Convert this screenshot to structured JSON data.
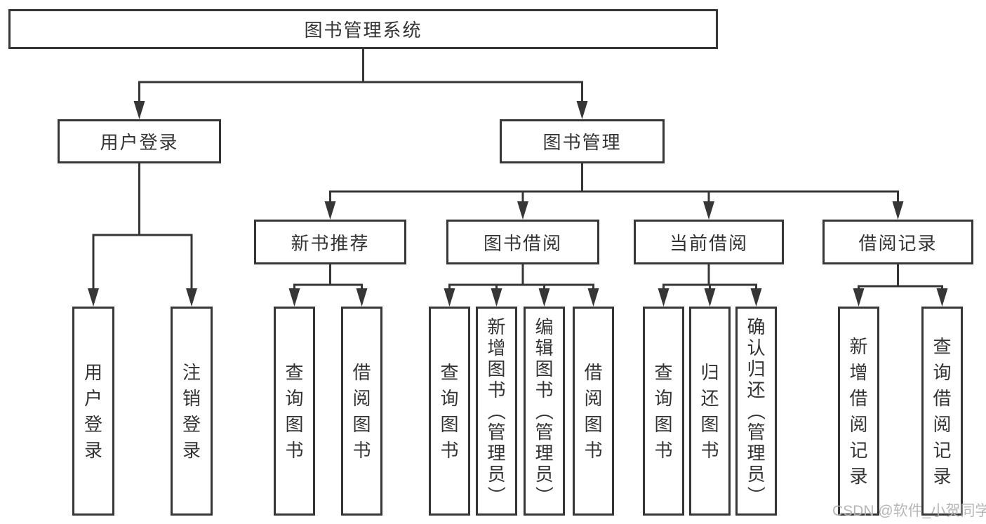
{
  "diagram": {
    "title": "图书管理系统",
    "nodes": [
      {
        "id": "root",
        "label": "图书管理系统",
        "orientation": "horizontal",
        "level": 0
      },
      {
        "id": "user-login",
        "label": "用户登录",
        "orientation": "horizontal",
        "level": 1
      },
      {
        "id": "book-mgmt",
        "label": "图书管理",
        "orientation": "horizontal",
        "level": 1
      },
      {
        "id": "new-books",
        "label": "新书推荐",
        "orientation": "horizontal",
        "level": 2
      },
      {
        "id": "book-borrow",
        "label": "图书借阅",
        "orientation": "horizontal",
        "level": 2
      },
      {
        "id": "current-borrow",
        "label": "当前借阅",
        "orientation": "horizontal",
        "level": 2
      },
      {
        "id": "borrow-records",
        "label": "借阅记录",
        "orientation": "horizontal",
        "level": 2
      },
      {
        "id": "leaf-user-login",
        "label": "用户登录",
        "orientation": "vertical",
        "level": 3
      },
      {
        "id": "leaf-logout",
        "label": "注销登录",
        "orientation": "vertical",
        "level": 3
      },
      {
        "id": "leaf-nb-query",
        "label": "查询图书",
        "orientation": "vertical",
        "level": 3
      },
      {
        "id": "leaf-nb-borrow",
        "label": "借阅图书",
        "orientation": "vertical",
        "level": 3
      },
      {
        "id": "leaf-bb-query",
        "label": "查询图书",
        "orientation": "vertical",
        "level": 3
      },
      {
        "id": "leaf-bb-add",
        "label": "新增图书（管理员）",
        "orientation": "vertical",
        "level": 3
      },
      {
        "id": "leaf-bb-edit",
        "label": "编辑图书（管理员）",
        "orientation": "vertical",
        "level": 3
      },
      {
        "id": "leaf-bb-borrow",
        "label": "借阅图书",
        "orientation": "vertical",
        "level": 3
      },
      {
        "id": "leaf-cb-query",
        "label": "查询图书",
        "orientation": "vertical",
        "level": 3
      },
      {
        "id": "leaf-cb-return",
        "label": "归还图书",
        "orientation": "vertical",
        "level": 3
      },
      {
        "id": "leaf-cb-confirm",
        "label": "确认归还（管理员）",
        "orientation": "vertical",
        "level": 3
      },
      {
        "id": "leaf-br-add",
        "label": "新增借阅记录",
        "orientation": "vertical",
        "level": 3
      },
      {
        "id": "leaf-br-query",
        "label": "查询借阅记录",
        "orientation": "vertical",
        "level": 3
      }
    ],
    "edges": [
      {
        "from": "root",
        "to": "user-login"
      },
      {
        "from": "root",
        "to": "book-mgmt"
      },
      {
        "from": "user-login",
        "to": "leaf-user-login"
      },
      {
        "from": "user-login",
        "to": "leaf-logout"
      },
      {
        "from": "book-mgmt",
        "to": "new-books"
      },
      {
        "from": "book-mgmt",
        "to": "book-borrow"
      },
      {
        "from": "book-mgmt",
        "to": "current-borrow"
      },
      {
        "from": "book-mgmt",
        "to": "borrow-records"
      },
      {
        "from": "new-books",
        "to": "leaf-nb-query"
      },
      {
        "from": "new-books",
        "to": "leaf-nb-borrow"
      },
      {
        "from": "book-borrow",
        "to": "leaf-bb-query"
      },
      {
        "from": "book-borrow",
        "to": "leaf-bb-add"
      },
      {
        "from": "book-borrow",
        "to": "leaf-bb-edit"
      },
      {
        "from": "book-borrow",
        "to": "leaf-bb-borrow"
      },
      {
        "from": "current-borrow",
        "to": "leaf-cb-query"
      },
      {
        "from": "current-borrow",
        "to": "leaf-cb-return"
      },
      {
        "from": "current-borrow",
        "to": "leaf-cb-confirm"
      },
      {
        "from": "borrow-records",
        "to": "leaf-br-add"
      },
      {
        "from": "borrow-records",
        "to": "leaf-br-query"
      }
    ],
    "watermark": "CSDN @软件_小贺同学",
    "colors": {
      "line": "#363636",
      "text": "#333333",
      "background": "#ffffff",
      "watermark": "#b0b0b0"
    }
  }
}
